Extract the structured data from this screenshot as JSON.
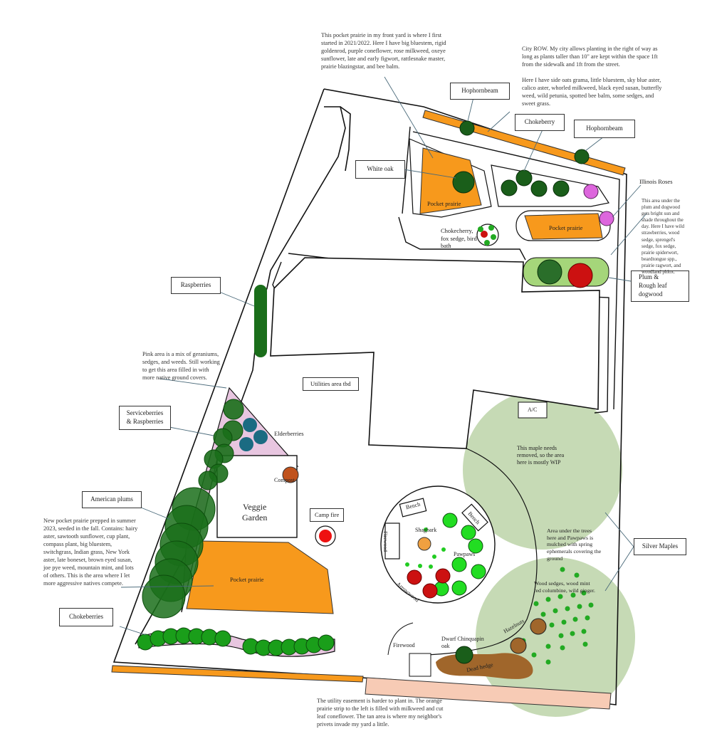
{
  "labels": {
    "hophornbeam_1": "Hophornbeam",
    "hophornbeam_2": "Hophornbeam",
    "chokeberry": "Chokeberry",
    "white_oak": "White oak",
    "illinois_roses": "Illinois Roses",
    "raspberries": "Raspberries",
    "plum_dogwood": "Plum &\nRough leaf\ndogwood",
    "serviceberries": "Serviceberries\n& Raspberries",
    "american_plums": "American plums",
    "silver_maples": "Silver Maples",
    "chokeberries": "Chokeberries"
  },
  "areas": {
    "pocket_prairie_1": "Pocket prairie",
    "pocket_prairie_2": "Pocket prairie",
    "pocket_prairie_3": "Pocket prairie",
    "chokecherry": "Chokecherry,\nfox sedge, bird\nbath",
    "utilities": "Utilities area tbd",
    "ac": "A/C",
    "maple_note": "This maple needs\nremoved, so the area\nhere is mostly WIP",
    "elderberries": "Elderberries",
    "compost": "Compost",
    "veggie_garden": "Veggie\nGarden",
    "camp_fire": "Camp fire",
    "bench_1": "Bench",
    "bench_2": "Bench",
    "firewood_1": "Firewood",
    "shagbark": "Shagbark",
    "pawpaws": "Pawpaws",
    "arrowwood": "Arrowwood",
    "under_trees": "Area under the trees\nhere and Pawpaws is\nmulched with spring\nephemerals covering the\nground",
    "wood_sedges": "Wood sedges, wood mint\nred columbine, wild ginger.",
    "hazelnuts": "Hazelnuts",
    "dwarf_oak": "Dwarf Chinquapin\noak",
    "dead_hedge": "Dead hedge",
    "firewood_2": "Firewood"
  },
  "notes": {
    "front_prairie": "This pocket prairie in my front yard is where I first started in 2021/2022. Here I have big bluestem, rigid goldenrod, purple coneflower, rose milkweed, oxeye sunflower, late and early figwort, rattlesnake master, prairie blazingstar, and bee balm.",
    "city_row_1": "City ROW. My city allows planting in the right of way as long as plants taller than 10\" are kept within the space 1ft from the sidewalk and 1ft from the street.",
    "city_row_2": "Here I have side oats grama, little bluestem, sky blue aster, calico aster, whorled milkweed, black eyed susan, butterfly weed, wild petunia, spotted bee balm, some sedges, and sweet grass.",
    "plum_area": "This area under the plum and dogwood gets bright sun and shade throughout the day. Here I have wild strawberries, wood sedge, sprengel's sedge, fox sedge, prairie spiderwort, beardtongue spp., prairie ragwort, and woodland phlox.",
    "pink_area": "Pink area is a mix of geraniums, sedges, and weeds. Still working to get this area filled in with more native ground covers.",
    "new_prairie": "New pocket prairie prepped in summer 2023, seeded in the fall. Contains: hairy aster, sawtooth sunflower, cup plant, compass plant, big bluestem, switchgrass, Indian grass, New York aster, late boneset, brown eyed susan, joe pye weed, mountain mint, and lots of others. This is the area where I let more aggressive natives compete.",
    "utility_easement": "The utility easement is harder to plant in. The orange prairie strip to the left is filled with milkweed and cut leaf coneflower. The tan area is where my neighbor's privets invade my yard a little."
  },
  "colors": {
    "prairie_orange": "#f7991c",
    "tree_green": "#1a6e1a",
    "elder_blue": "#1b6b82",
    "pink_area": "#e8c6e0",
    "maple_green": "#bcd3a8",
    "easement_tan": "#f7cbb5",
    "dead_hedge_brown": "#a0662b",
    "red_tree": "#cc1111",
    "bright_green": "#22dd22"
  }
}
